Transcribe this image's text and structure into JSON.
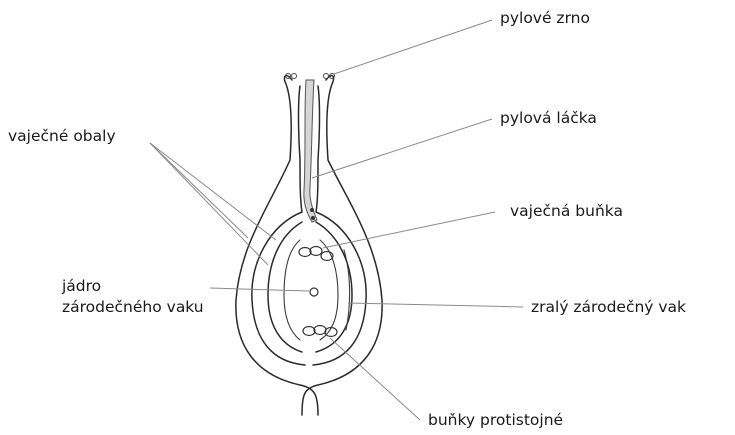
{
  "labels": {
    "pollen_grain": "pylové zrno",
    "pollen_tube": "pylová láčka",
    "integuments": "vaječné obaly",
    "egg_cell": "vaječná buňka",
    "embryo_sac_nucleus_line1": "jádro",
    "embryo_sac_nucleus_line2": "zárodečného vaku",
    "mature_embryo_sac": "zralý zárodečný vak",
    "antipodal_cells": "buňky protistojné"
  },
  "colors": {
    "ink": "#2a2a2a",
    "leader": "#8a8a8a",
    "background": "#ffffff"
  }
}
